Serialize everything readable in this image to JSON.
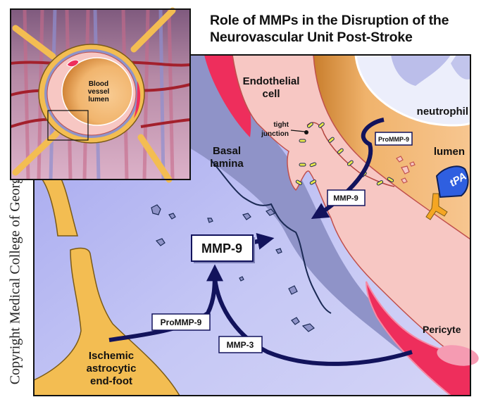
{
  "title": {
    "line1": "Role of MMPs in the Disruption of the",
    "line2": "Neurovascular Unit Post-Stroke"
  },
  "copyright": "Copyright Medical College of Georgia",
  "inset": {
    "label_lines": [
      "Blood",
      "vessel",
      "lumen"
    ]
  },
  "labels": {
    "endothelial_cell": [
      "Endothelial",
      "cell"
    ],
    "basal_lamina": [
      "Basal",
      "lamina"
    ],
    "tight_junction": [
      "tight",
      "junction"
    ],
    "neutrophil": "neutrophil",
    "lumen": "lumen",
    "tpa": "tPA",
    "pericyte": "Pericyte",
    "astrocyte": [
      "Ischemic",
      "astrocytic",
      "end-foot"
    ]
  },
  "boxes": {
    "mmp9_main": "MMP-9",
    "mmp9_small": "MMP-9",
    "prommp9_neutrophil": "ProMMP-9",
    "prommp9_astrocyte": "ProMMP-9",
    "mmp3": "MMP-3"
  },
  "colors": {
    "basal_lamina_fill": "#8f93c8",
    "background_fill": "#c4c6f4",
    "endothelial_fill": "#f7c7c3",
    "pericyte_fill": "#ee2e5c",
    "lumen_fill": "#f4bd7e",
    "astrocyte_fill": "#f3bd52",
    "arrow": "#12135c",
    "tpa_fill": "#2f5fe0",
    "junction_fill": "#e9e84a",
    "neutrophil_fill": "#d9dcf6"
  }
}
